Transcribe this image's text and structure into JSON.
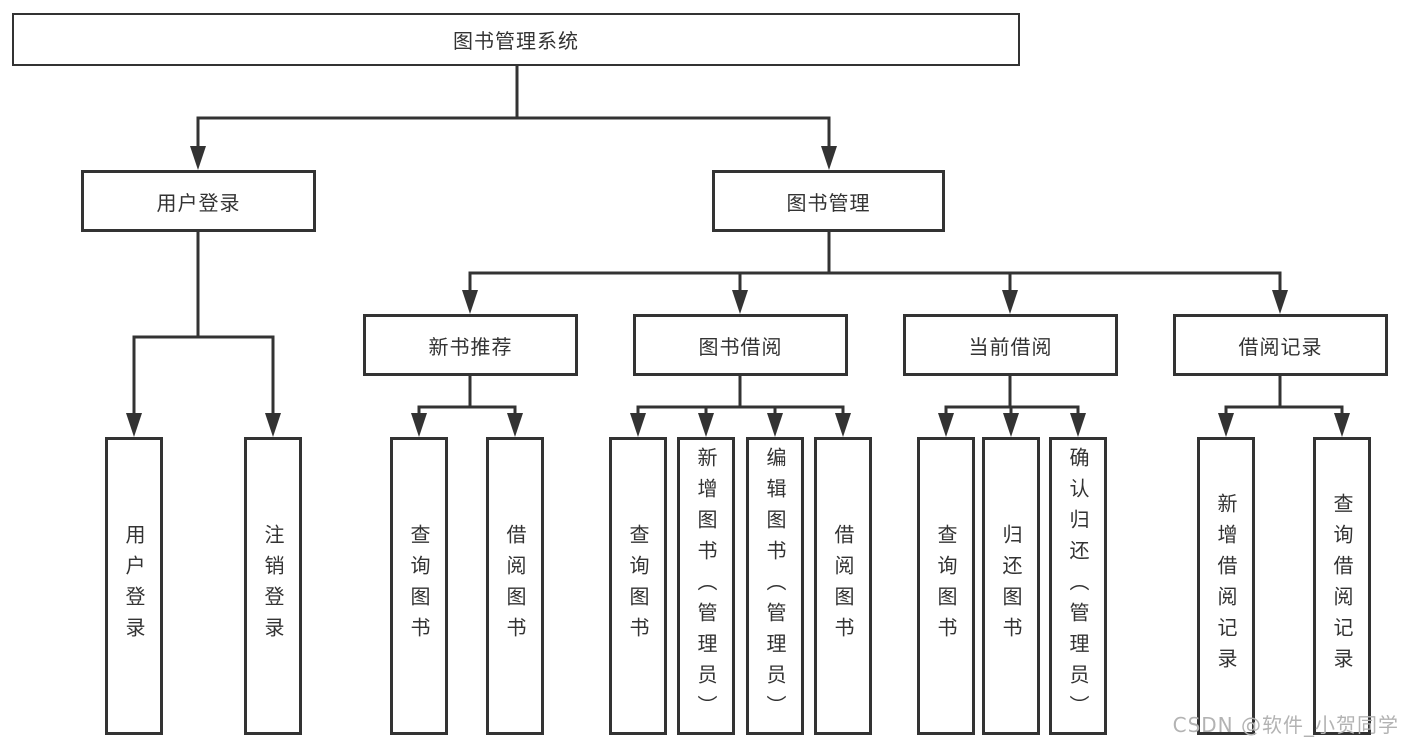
{
  "diagram": {
    "root": "图书管理系统",
    "branches": {
      "user_login": "用户登录",
      "book_mgmt": "图书管理"
    },
    "modules": {
      "new_book": "新书推荐",
      "book_borrow": "图书借阅",
      "current_borrow": "当前借阅",
      "borrow_record": "借阅记录"
    },
    "leaves": {
      "user_login_1": "用户登录",
      "user_login_2": "注销登录",
      "new_book_1": "查询图书",
      "new_book_2": "借阅图书",
      "book_borrow_1": "查询图书",
      "book_borrow_2": "新增图书（管理员）",
      "book_borrow_3": "编辑图书（管理员）",
      "book_borrow_4": "借阅图书",
      "current_borrow_1": "查询图书",
      "current_borrow_2": "归还图书",
      "current_borrow_3": "确认归还（管理员）",
      "borrow_record_1": "新增借阅记录",
      "borrow_record_2": "查询借阅记录"
    }
  },
  "watermark": "CSDN @软件_小贺同学",
  "colors": {
    "line": "#333333",
    "text": "#333333",
    "watermark": "#b3b3b3",
    "background": "#ffffff"
  }
}
